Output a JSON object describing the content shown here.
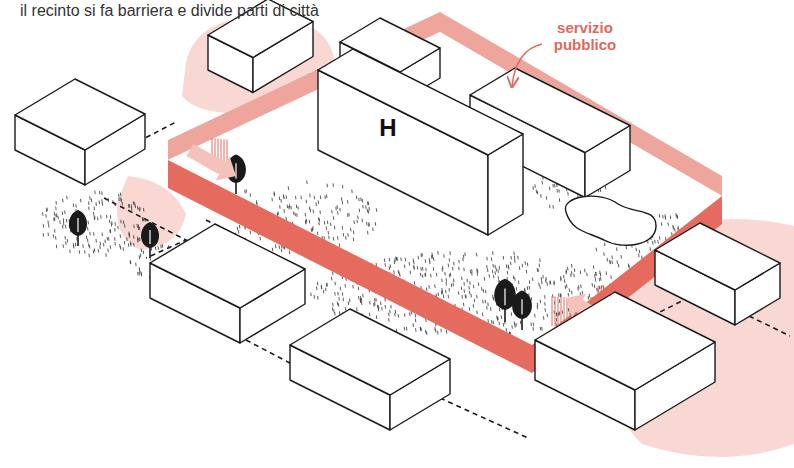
{
  "diagram": {
    "title": "il recinto si fa barriera e divide parti di città",
    "labels": [
      "H",
      "servizio pubblico"
    ]
  }
}
